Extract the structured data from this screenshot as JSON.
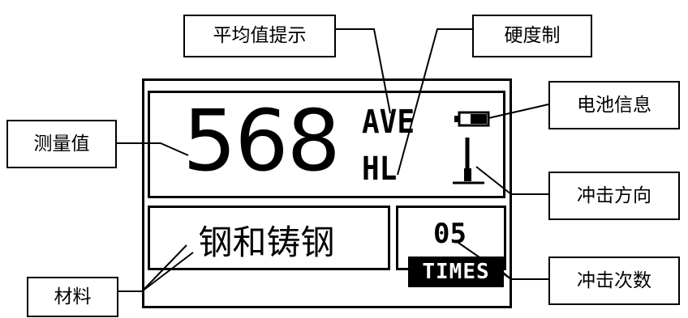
{
  "callouts": {
    "average": "平均值提示",
    "hardness_scale": "硬度制",
    "battery": "电池信息",
    "measured_value": "测量值",
    "impact_direction": "冲击方向",
    "impact_count": "冲击次数",
    "material": "材料"
  },
  "display": {
    "value": "568",
    "ave": "AVE",
    "scale": "HL",
    "material": "钢和铸钢",
    "count": "05",
    "times": "TIMES"
  },
  "icons": {
    "battery": "battery-icon",
    "direction": "impact-direction-icon"
  }
}
